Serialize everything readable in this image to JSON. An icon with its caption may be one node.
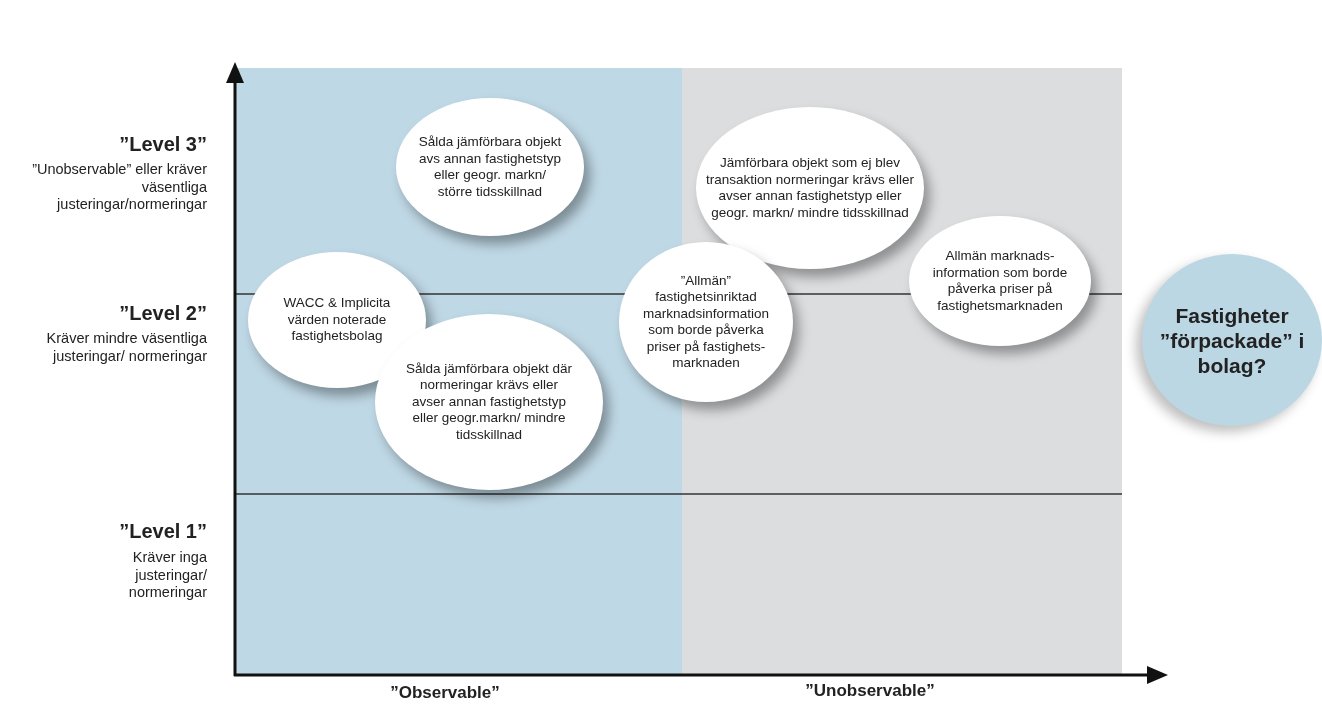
{
  "diagram": {
    "nodes": [
      {
        "text": [
          "Sålda jämförbara objekt avs annan fastighetstyp eller geogr. markn/ större tidsskillnad"
        ]
      },
      {
        "text": [
          "Jämförbara objekt som ej blev transaktion normeringar krävs eller avser annan fastighetstyp eller geogr. markn/ mindre tidsskillnad"
        ]
      },
      {
        "text": [
          "Allmän marknads-information som borde påverka priser på fastighetsmarknaden"
        ]
      },
      {
        "text": [
          "WACC & Implicita värden noterade fastighetsbolag"
        ]
      },
      {
        "text": [
          "”Allmän” fastighetsinriktad marknadsinformation som borde påverka priser på fastighets-marknaden"
        ]
      },
      {
        "text": [
          "Sålda jämförbara objekt där normeringar krävs eller avser annan fastighetstyp eller geogr.markn/ mindre tidsskillnad"
        ]
      },
      {
        "text": [
          "Fastigheter ”förpackade” i bolag?"
        ]
      }
    ],
    "labels": [
      "”Level 3”",
      "”Unobservable” eller kräver väsentliga justeringar/normeringar",
      "”Level 2”",
      "Kräver mindre väsentliga justeringar/ normeringar",
      "”Level 1”",
      "Kräver inga justeringar/ normeringar",
      "”Observable”",
      "”Unobservable”"
    ]
  }
}
